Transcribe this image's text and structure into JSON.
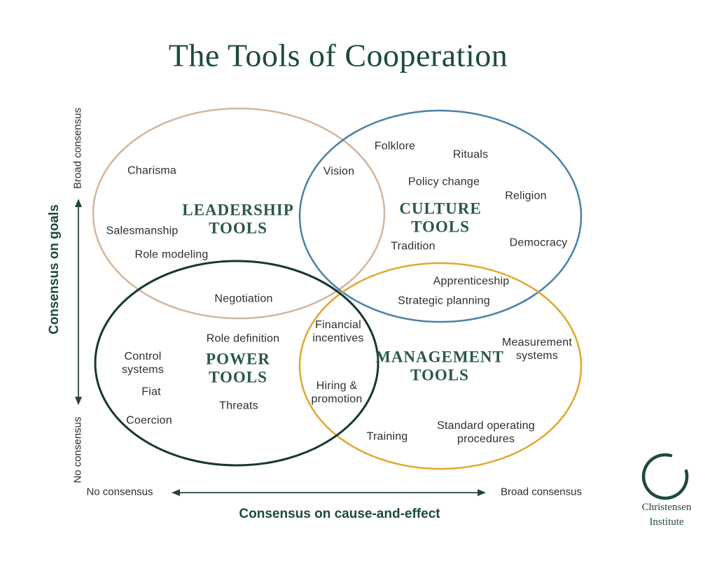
{
  "title": "The Tools of Cooperation",
  "colors": {
    "leadership_stroke": "#d5b59d",
    "culture_stroke": "#4b80a4",
    "power_stroke": "#17382e",
    "management_stroke": "#e2a72f",
    "heading_text": "#2b584b",
    "title_text": "#1d4a3e",
    "item_text": "#2e2e2e",
    "axis_color": "#24443c"
  },
  "quadrants": {
    "leadership": {
      "heading": "LEADERSHIP\nTOOLS"
    },
    "culture": {
      "heading": "CULTURE\nTOOLS"
    },
    "power": {
      "heading": "POWER\nTOOLS"
    },
    "management": {
      "heading": "MANAGEMENT\nTOOLS"
    }
  },
  "items": {
    "charisma": "Charisma",
    "vision": "Vision",
    "folklore": "Folklore",
    "rituals": "Rituals",
    "policy_change": "Policy change",
    "religion": "Religion",
    "salesmanship": "Salesmanship",
    "tradition": "Tradition",
    "democracy": "Democracy",
    "role_modeling": "Role modeling",
    "apprenticeship": "Apprenticeship",
    "negotiation": "Negotiation",
    "strategic_planning": "Strategic planning",
    "financial_incentives": "Financial\nincentives",
    "role_definition": "Role definition",
    "measurement_systems": "Measurement\nsystems",
    "control_systems": "Control\nsystems",
    "fiat": "Fiat",
    "hiring_promotion": "Hiring &\npromotion",
    "threats": "Threats",
    "coercion": "Coercion",
    "standard_operating_procedures": "Standard operating\nprocedures",
    "training": "Training"
  },
  "y_axis": {
    "title": "Consensus on goals",
    "top_label": "Broad consensus",
    "bottom_label": "No consensus"
  },
  "x_axis": {
    "title": "Consensus on cause-and-effect",
    "left_label": "No consensus",
    "right_label": "Broad consensus"
  },
  "logo": {
    "text": "Christensen\nInstitute"
  }
}
